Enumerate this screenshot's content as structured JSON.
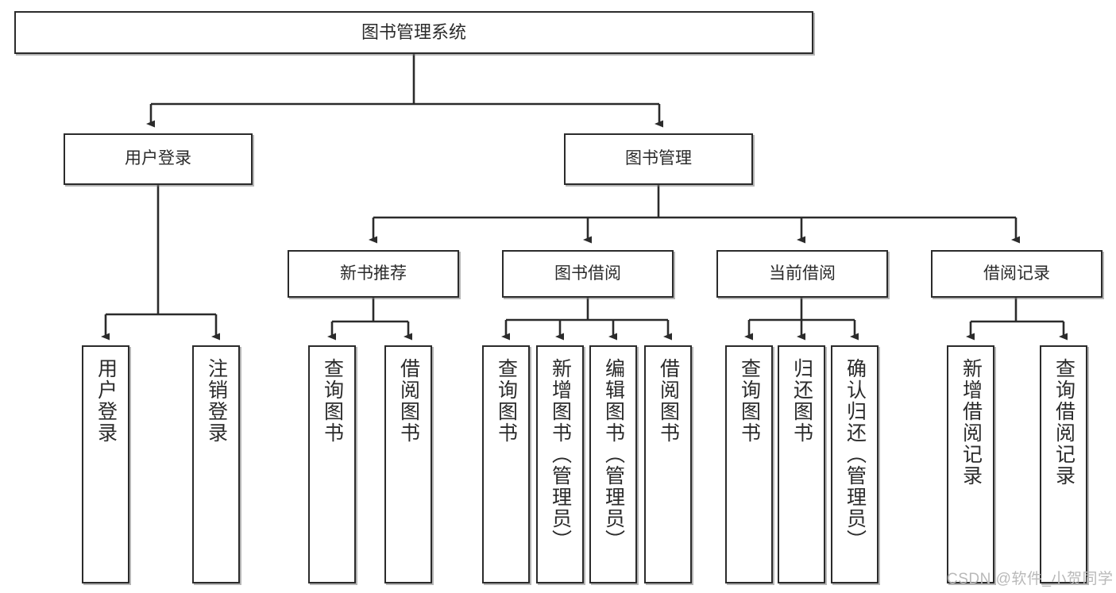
{
  "diagram": {
    "type": "tree",
    "title": "图书管理系统",
    "root": {
      "label": "图书管理系统"
    },
    "level1": [
      {
        "label": "用户登录"
      },
      {
        "label": "图书管理"
      }
    ],
    "level2": [
      {
        "label": "新书推荐"
      },
      {
        "label": "图书借阅"
      },
      {
        "label": "当前借阅"
      },
      {
        "label": "借阅记录"
      }
    ],
    "leaves": {
      "user_login": [
        {
          "label": "用户登录"
        },
        {
          "label": "注销登录"
        }
      ],
      "new_book_recommend": [
        {
          "label": "查询图书"
        },
        {
          "label": "借阅图书"
        }
      ],
      "book_borrow": [
        {
          "label": "查询图书"
        },
        {
          "label": "新增图书（管理员）"
        },
        {
          "label": "编辑图书（管理员）"
        },
        {
          "label": "借阅图书"
        }
      ],
      "current_borrow": [
        {
          "label": "查询图书"
        },
        {
          "label": "归还图书"
        },
        {
          "label": "确认归还（管理员）"
        }
      ],
      "borrow_records": [
        {
          "label": "新增借阅记录"
        },
        {
          "label": "查询借阅记录"
        }
      ]
    }
  },
  "watermark": {
    "text": "CSDN @软件_小贺同学"
  },
  "colors": {
    "stroke": "#2b2b2b",
    "fill": "#ffffff",
    "shadow": "#787878",
    "watermark": "#b9b9b9"
  }
}
